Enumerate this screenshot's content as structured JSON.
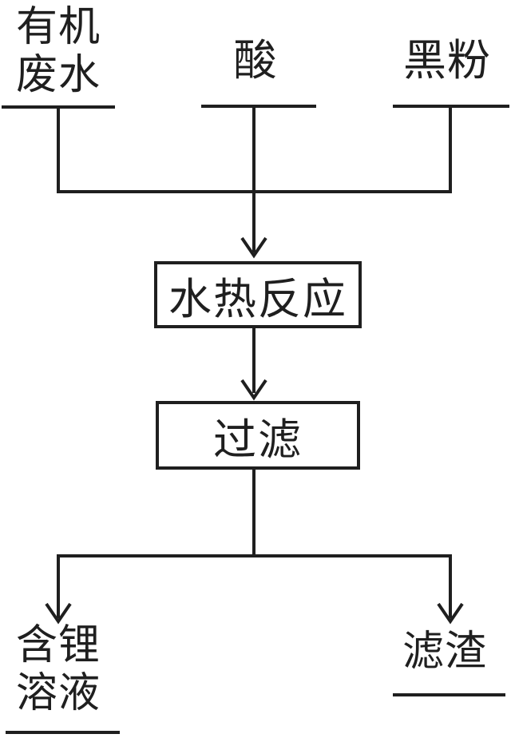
{
  "diagram": {
    "type": "flowchart",
    "language": "zh-CN",
    "background_color": "#ffffff",
    "line_color": "#1f1f1f",
    "nodes": {
      "organic_wastewater": "有机\n废水",
      "acid": "酸",
      "black_powder": "黑粉",
      "hydrothermal_reaction": "水热反应",
      "filtration": "过滤",
      "lithium_solution": "含锂\n溶液",
      "filter_residue": "滤渣"
    },
    "edges": [
      {
        "from": "organic_wastewater",
        "to": "hydrothermal_reaction"
      },
      {
        "from": "acid",
        "to": "hydrothermal_reaction"
      },
      {
        "from": "black_powder",
        "to": "hydrothermal_reaction"
      },
      {
        "from": "hydrothermal_reaction",
        "to": "filtration"
      },
      {
        "from": "filtration",
        "to": "lithium_solution"
      },
      {
        "from": "filtration",
        "to": "filter_residue"
      }
    ]
  }
}
